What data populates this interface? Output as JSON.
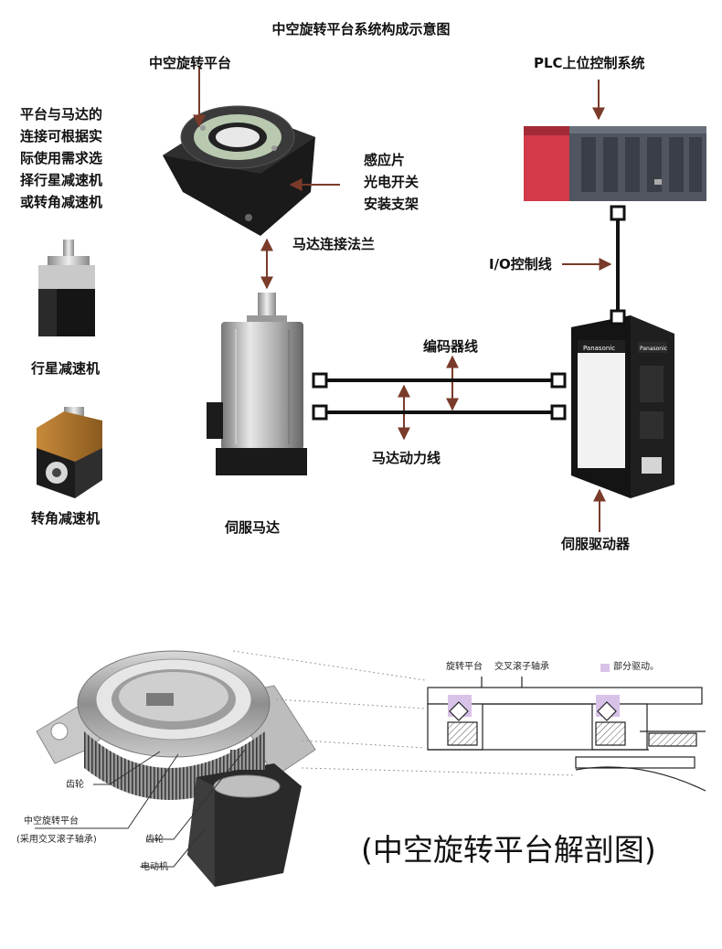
{
  "title": "中空旋转平台系统构成示意图",
  "labels": {
    "hollow_platform": "中空旋转平台",
    "plc": "PLC上位控制系统",
    "connection_note": [
      "平台与马达的",
      "连接可根据实",
      "际使用需求选",
      "择行星减速机",
      "或转角减速机"
    ],
    "sensor_bracket": [
      "感应片",
      "光电开关",
      "安装支架"
    ],
    "motor_flange": "马达连接法兰",
    "io_line": "I/O控制线",
    "planetary_reducer": "行星减速机",
    "encoder_line": "编码器线",
    "power_line": "马达动力线",
    "right_angle_reducer": "转角减速机",
    "servo_motor": "伺服马达",
    "servo_driver": "伺服驱动器"
  },
  "section": {
    "title": "(中空旋转平台解剖图)",
    "gear1": "齿轮",
    "platform": "中空旋转平台",
    "bearing_note": "(采用交叉滚子轴承)",
    "gear2": "齿轮",
    "motor": "电动机",
    "legend_platform": "旋转平台",
    "legend_bearing": "交叉滚子轴承",
    "legend_drive": "部分驱动。"
  },
  "colors": {
    "arrow": "#7a3b2a",
    "line": "#111111",
    "plc_red": "#d23a4a",
    "legend_purple": "#d9c2e8"
  }
}
